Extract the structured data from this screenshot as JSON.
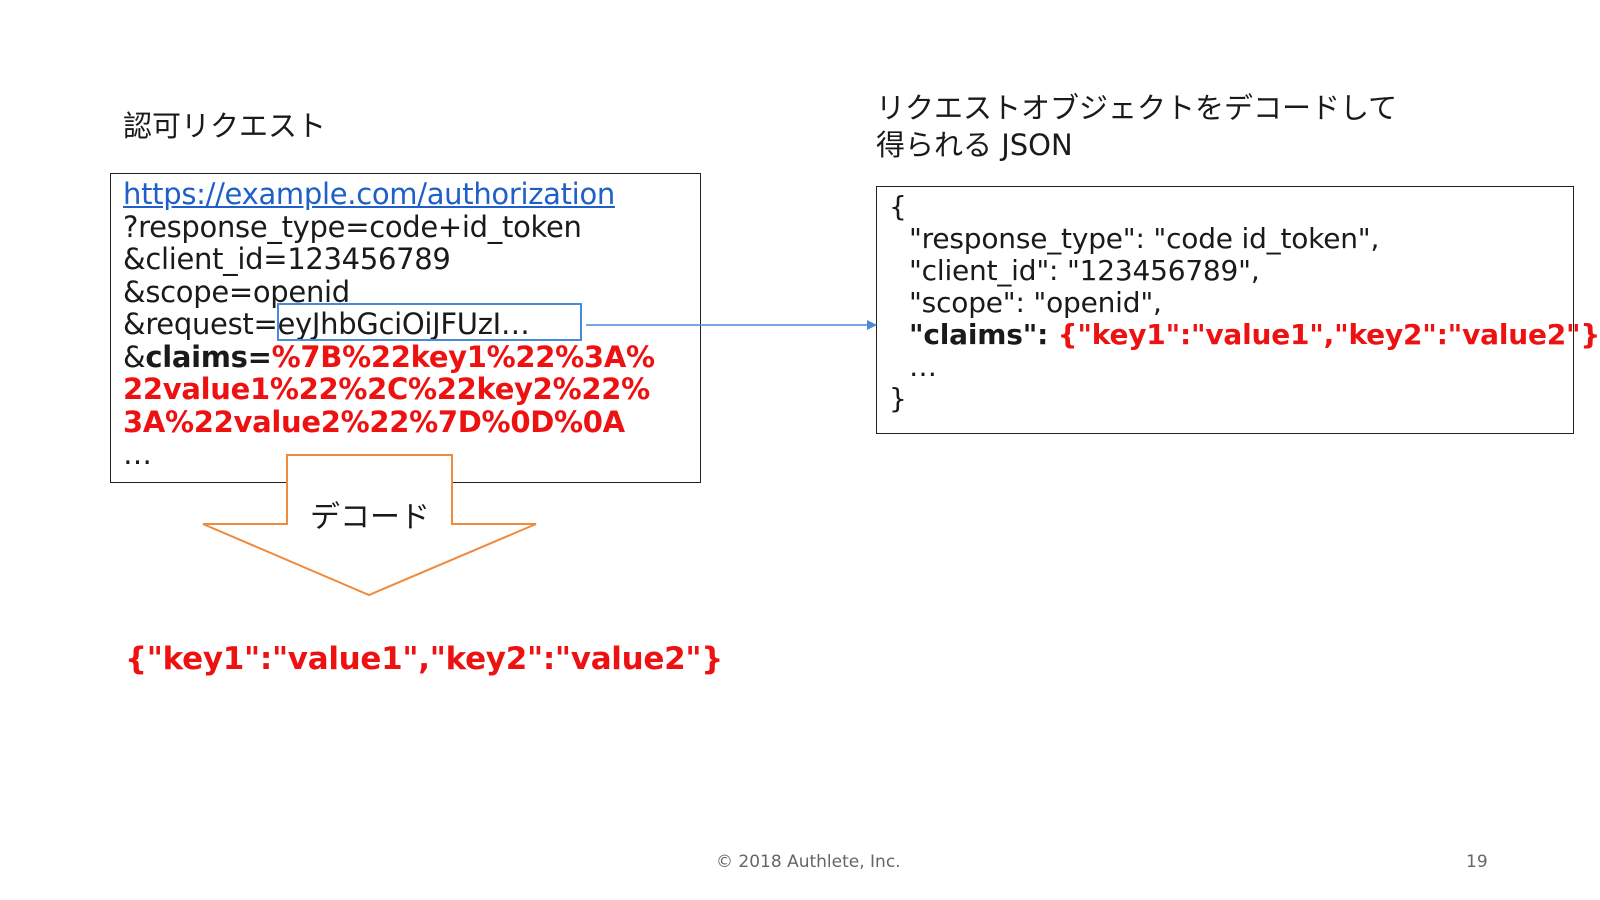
{
  "left_title": "認可リクエスト",
  "right_title": {
    "line1": "リクエストオブジェクトをデコードして",
    "line2": "得られる JSON"
  },
  "request": {
    "url": "https://example.com/authorization",
    "response_type_line": "?response_type=code+id_token",
    "client_id_line": "&client_id=123456789",
    "scope_line": "&scope=openid",
    "request_prefix": "&request=",
    "request_value": "eyJhbGciOiJFUzI…",
    "claims_amp": "&",
    "claims_key": "claims=",
    "claims_value_1": "%7B%22key1%22%3A%",
    "claims_value_2": "22value1%22%2C%22key2%22%",
    "claims_value_3": "3A%22value2%22%7D%0D%0A",
    "ellipsis": "…"
  },
  "decode_label": "デコード",
  "decoded_result": "{\"key1\":\"value1\",\"key2\":\"value2\"}",
  "json": {
    "open_brace": "{",
    "response_type_line": "\"response_type\": \"code id_token\",",
    "client_id_line": "\"client_id\": \"123456789\",",
    "scope_line": "\"scope\": \"openid\",",
    "claims_key": "\"claims\": ",
    "claims_value": "{\"key1\":\"value1\",\"key2\":\"value2\"}",
    "ellipsis": "…",
    "close_brace": "}"
  },
  "footer": {
    "copyright": "© 2018 Authlete, Inc.",
    "page_number": "19"
  },
  "colors": {
    "link": "#1f5fc8",
    "highlight": "#ee1111",
    "token_box": "#4a8ad6",
    "decode_arrow": "#f08a3c"
  }
}
